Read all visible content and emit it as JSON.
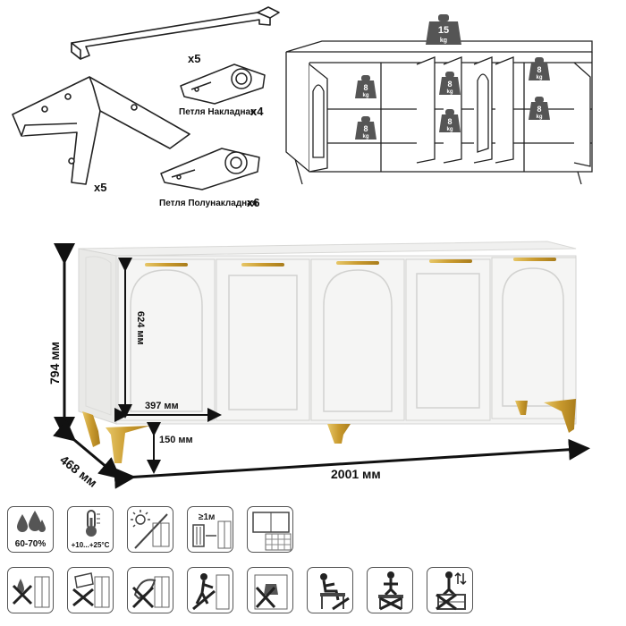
{
  "parts": {
    "handle_qty": "x5",
    "leg_qty": "x5",
    "hinge_overlay_label": "Петля Накладная",
    "hinge_overlay_qty": "x4",
    "hinge_half_label": "Петля Полунакладная",
    "hinge_half_qty": "x6"
  },
  "load": {
    "top_weight": "15",
    "shelf_weight": "8",
    "unit": "kg"
  },
  "dimensions": {
    "height": "794 мм",
    "depth": "468 мм",
    "width": "2001 мм",
    "door_height": "624 мм",
    "door_width": "397 мм",
    "leg_height": "150 мм"
  },
  "care_icons": [
    {
      "name": "humidity-icon",
      "caption": "60-70%"
    },
    {
      "name": "temperature-icon",
      "caption": "+10...+25°C"
    },
    {
      "name": "no-sunlight-icon",
      "caption": ""
    },
    {
      "name": "heater-distance-icon",
      "caption": "≥1м"
    },
    {
      "name": "shelf-grid-icon",
      "caption": ""
    }
  ],
  "warning_icons": [
    {
      "name": "no-liquid-icon"
    },
    {
      "name": "no-abrasive-icon"
    },
    {
      "name": "no-solvent-icon"
    },
    {
      "name": "no-impact-icon"
    },
    {
      "name": "no-heavy-load-icon"
    },
    {
      "name": "no-sitting-icon"
    },
    {
      "name": "no-climbing-icon"
    },
    {
      "name": "no-standing-icon"
    }
  ]
}
